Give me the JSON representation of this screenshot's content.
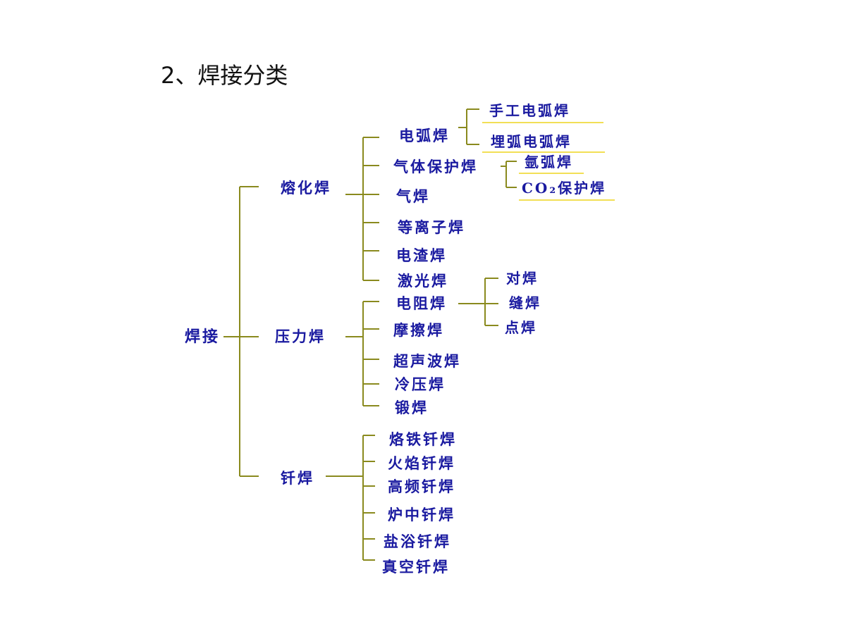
{
  "slide": {
    "title": "2、焊接分类"
  },
  "tree": {
    "root": "焊接",
    "branches": {
      "fusion": {
        "label": "熔化焊",
        "items": {
          "arc": {
            "label": "电弧焊",
            "children": [
              "手工电弧焊",
              "埋弧电弧焊"
            ]
          },
          "gas_shielded": {
            "label": "气体保护焊",
            "children": [
              "氩弧焊",
              "CO₂保护焊"
            ]
          },
          "gas": {
            "label": "气焊"
          },
          "plasma": {
            "label": "等离子焊"
          },
          "electroslag": {
            "label": "电渣焊"
          },
          "laser": {
            "label": "激光焊"
          }
        }
      },
      "pressure": {
        "label": "压力焊",
        "items": {
          "resistance": {
            "label": "电阻焊",
            "children": [
              "对焊",
              "缝焊",
              "点焊"
            ]
          },
          "friction": {
            "label": "摩擦焊"
          },
          "ultrasonic": {
            "label": "超声波焊"
          },
          "cold_pressure": {
            "label": "冷压焊"
          },
          "forge": {
            "label": "锻焊"
          }
        }
      },
      "brazing": {
        "label": "钎焊",
        "items": [
          "烙铁钎焊",
          "火焰钎焊",
          "高频钎焊",
          "炉中钎焊",
          "盐浴钎焊",
          "真空钎焊"
        ]
      }
    }
  },
  "colors": {
    "connector_line": "#8a8a1e",
    "node_text": "#1a1aa0",
    "highlight_underline": "#f2df55"
  }
}
